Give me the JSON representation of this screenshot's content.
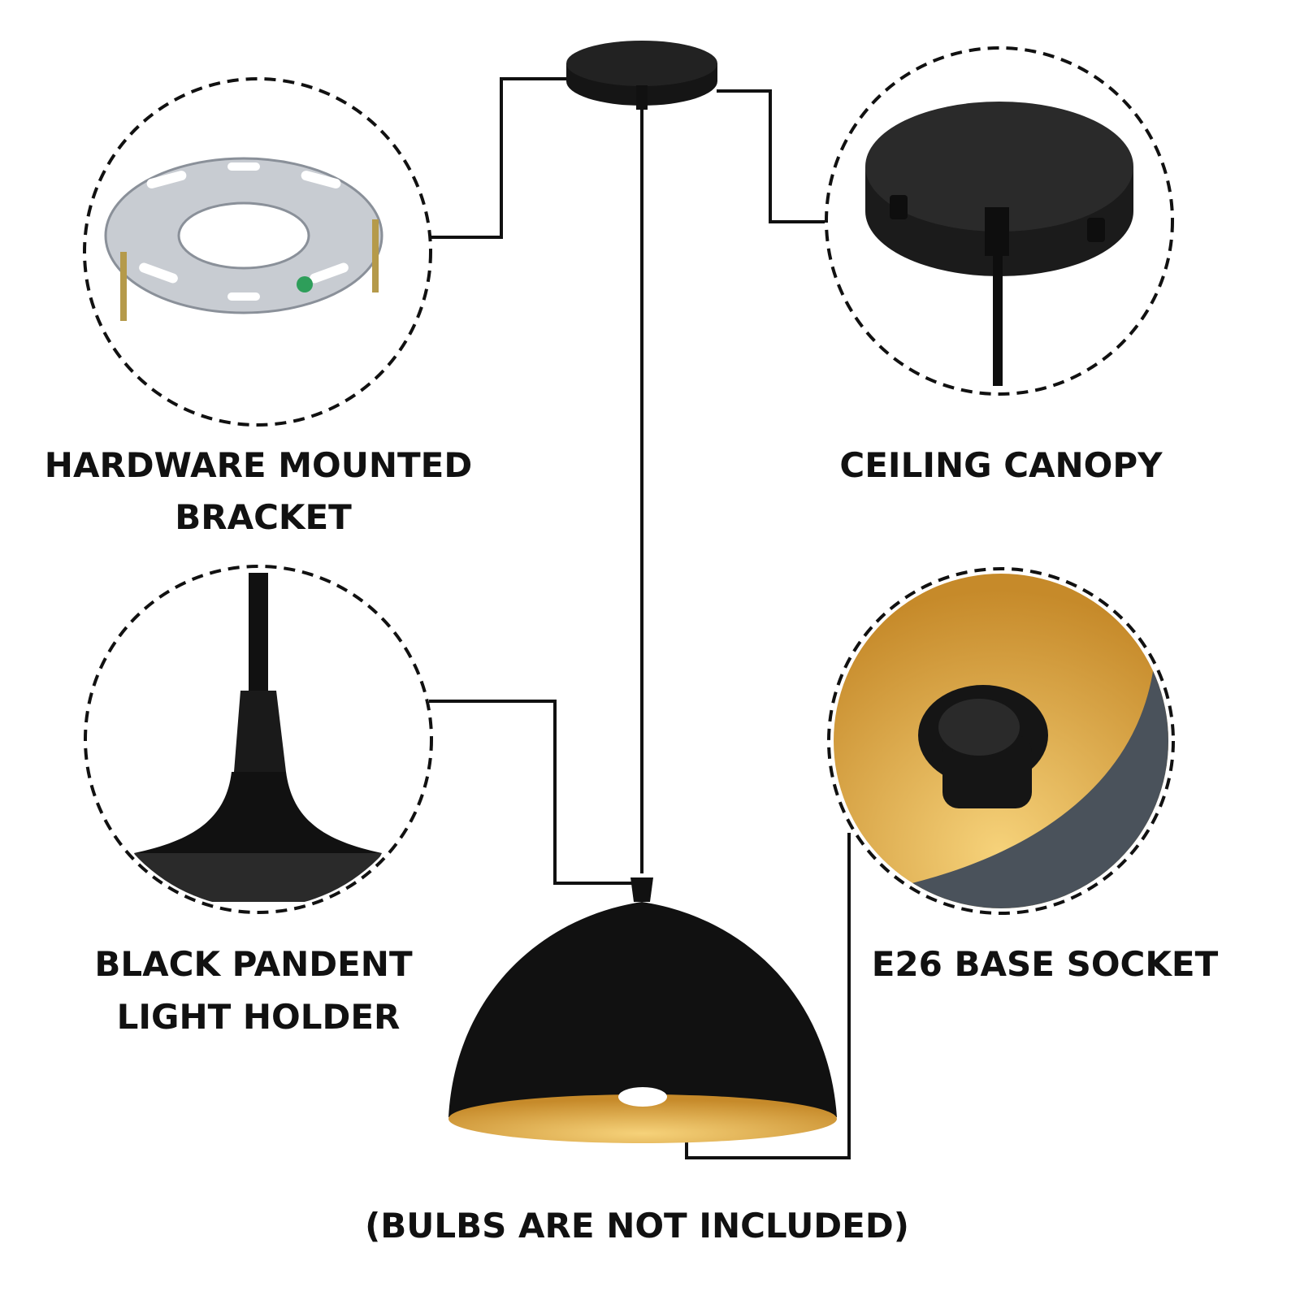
{
  "labels": {
    "bracket": [
      "HARDWARE MOUNTED",
      "BRACKET"
    ],
    "canopy": "CEILING CANOPY",
    "holder": [
      "BLACK PANDENT",
      "LIGHT HOLDER"
    ],
    "socket": "E26 BASE SOCKET",
    "note": "(BULBS ARE NOT INCLUDED)"
  },
  "colors": {
    "black": "#111111",
    "gold": "#d9a441",
    "metal": "#c8ccd2",
    "slate": "#4a525b"
  }
}
